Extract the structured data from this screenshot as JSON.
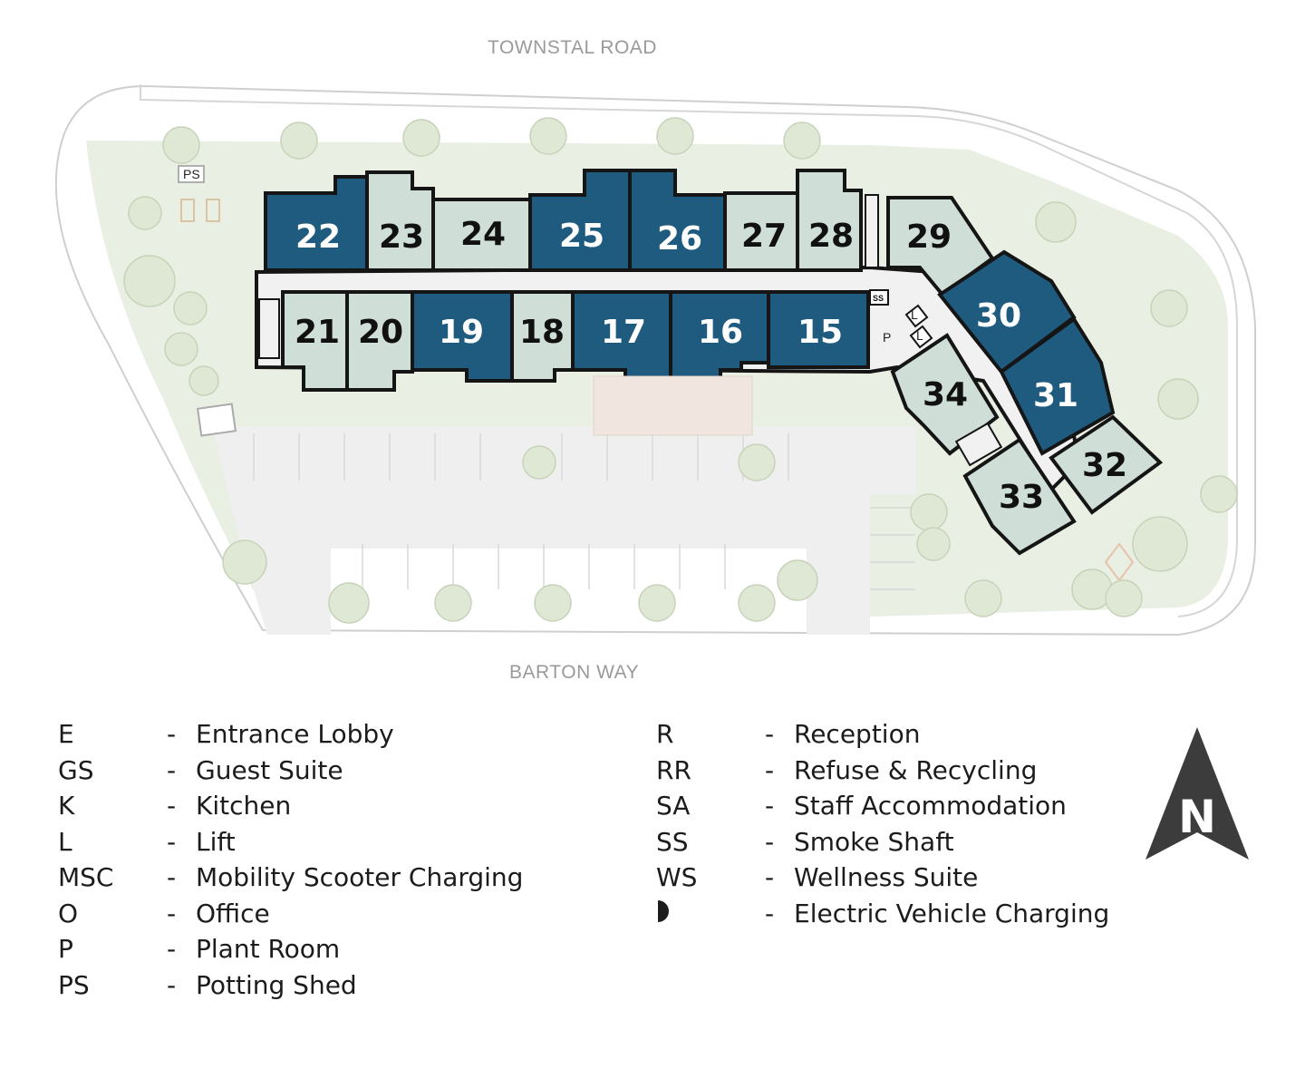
{
  "roads": {
    "north": "TOWNSTAL ROAD",
    "south": "BARTON WAY"
  },
  "colors": {
    "dark_unit": "#1e5b7e",
    "light_unit": "#cfdfd8",
    "landscape": "#e9efe2",
    "parking": "#efefef",
    "wall": "#151515",
    "north_arrow": "#3c3c3c"
  },
  "units": [
    {
      "number": "22",
      "style": "dark"
    },
    {
      "number": "23",
      "style": "light"
    },
    {
      "number": "24",
      "style": "light"
    },
    {
      "number": "25",
      "style": "dark"
    },
    {
      "number": "26",
      "style": "dark"
    },
    {
      "number": "27",
      "style": "light"
    },
    {
      "number": "28",
      "style": "light"
    },
    {
      "number": "29",
      "style": "light"
    },
    {
      "number": "21",
      "style": "light"
    },
    {
      "number": "20",
      "style": "light"
    },
    {
      "number": "19",
      "style": "dark"
    },
    {
      "number": "18",
      "style": "light"
    },
    {
      "number": "17",
      "style": "dark"
    },
    {
      "number": "16",
      "style": "dark"
    },
    {
      "number": "15",
      "style": "dark"
    },
    {
      "number": "30",
      "style": "dark"
    },
    {
      "number": "31",
      "style": "dark"
    },
    {
      "number": "34",
      "style": "light"
    },
    {
      "number": "32",
      "style": "light"
    },
    {
      "number": "33",
      "style": "light"
    }
  ],
  "map_labels": {
    "potting_shed": "PS",
    "smoke_shaft": "SS",
    "plant_room": "P",
    "lift_1": "L",
    "lift_2": "L"
  },
  "legend_left": [
    {
      "code": "E",
      "dash": "-",
      "desc": "Entrance Lobby"
    },
    {
      "code": "GS",
      "dash": "-",
      "desc": "Guest Suite"
    },
    {
      "code": "K",
      "dash": "-",
      "desc": "Kitchen"
    },
    {
      "code": "L",
      "dash": "-",
      "desc": "Lift"
    },
    {
      "code": "MSC",
      "dash": "-",
      "desc": "Mobility Scooter Charging"
    },
    {
      "code": "O",
      "dash": "-",
      "desc": "Office"
    },
    {
      "code": "P",
      "dash": "-",
      "desc": "Plant Room"
    },
    {
      "code": "PS",
      "dash": "-",
      "desc": "Potting Shed"
    }
  ],
  "legend_right": [
    {
      "code": "R",
      "dash": "-",
      "desc": "Reception"
    },
    {
      "code": "RR",
      "dash": "-",
      "desc": "Refuse & Recycling"
    },
    {
      "code": "SA",
      "dash": "-",
      "desc": "Staff Accommodation"
    },
    {
      "code": "SS",
      "dash": "-",
      "desc": "Smoke Shaft"
    },
    {
      "code": "WS",
      "dash": "-",
      "desc": "Wellness Suite"
    },
    {
      "code": "",
      "icon": "ev-charging-half-circle-icon",
      "dash": "-",
      "desc": "Electric Vehicle Charging"
    }
  ],
  "north_arrow": {
    "letter": "N"
  }
}
